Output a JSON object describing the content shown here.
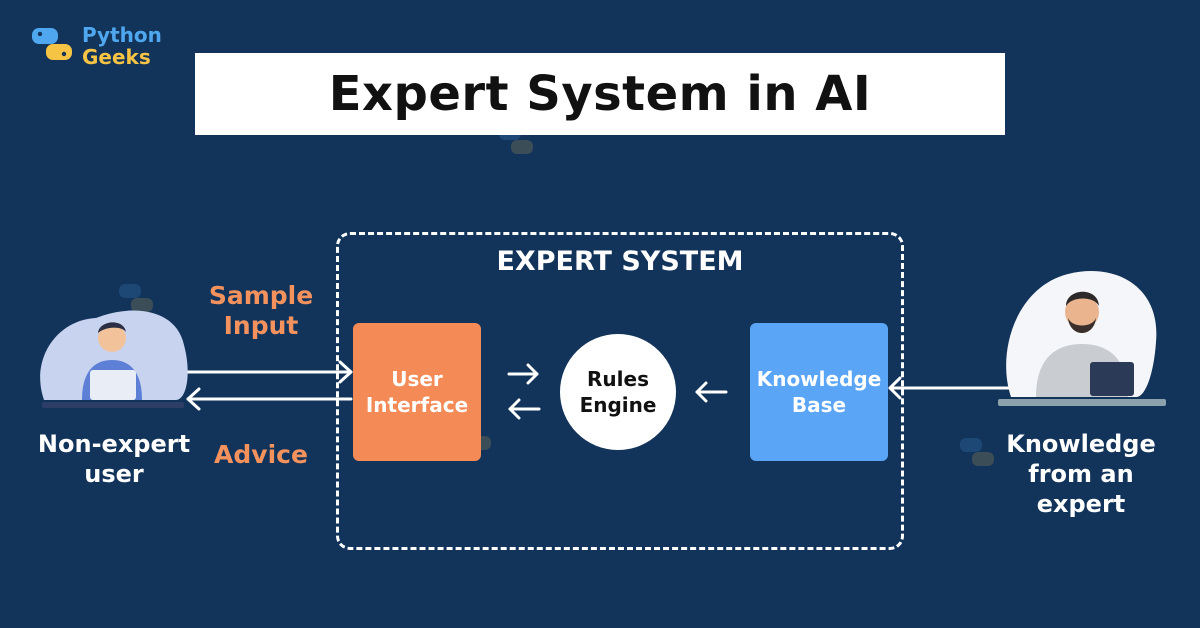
{
  "brand": {
    "line1": "Python",
    "line2": "Geeks"
  },
  "title": "Expert System in AI",
  "diagram": {
    "box_title": "EXPERT SYSTEM",
    "user_interface": "User\nInterface",
    "rules_engine": "Rules\nEngine",
    "knowledge_base": "Knowledge\nBase",
    "sample_input": "Sample\nInput",
    "advice": "Advice",
    "non_expert_user": "Non-expert\nuser",
    "knowledge_from_expert": "Knowledge\nfrom an\nexpert"
  },
  "colors": {
    "background": "#12335a",
    "user_interface": "#f48a55",
    "knowledge_base": "#5aa5f5",
    "accent_text": "#f4925e",
    "brand_blue": "#4fa8ef",
    "brand_yellow": "#f6c445"
  }
}
